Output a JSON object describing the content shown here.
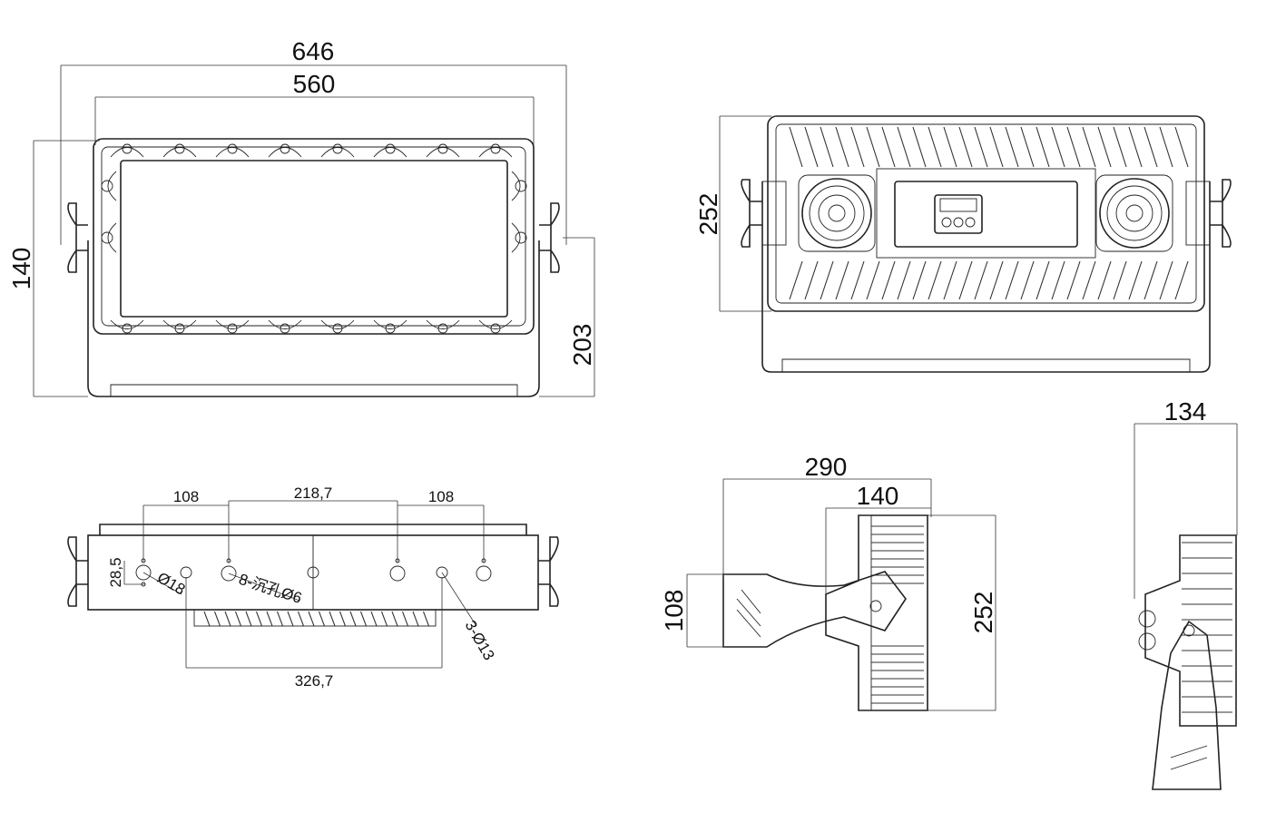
{
  "front_view": {
    "width_overall": "646",
    "width_inner": "560",
    "height_left": "140",
    "height_bracket": "203"
  },
  "rear_view": {
    "height": "252"
  },
  "bottom_view": {
    "spacing_left": "108",
    "spacing_center": "218,7",
    "spacing_right": "108",
    "offset": "28,5",
    "hole_large": "Ø18",
    "countersink": "8-沉孔Ø6",
    "holes_small": "3-Ø13",
    "bottom_spacing": "326,7"
  },
  "side_view": {
    "depth_overall": "290",
    "depth_body": "140",
    "bracket_height": "108",
    "height": "252"
  },
  "end_view": {
    "width": "134"
  }
}
